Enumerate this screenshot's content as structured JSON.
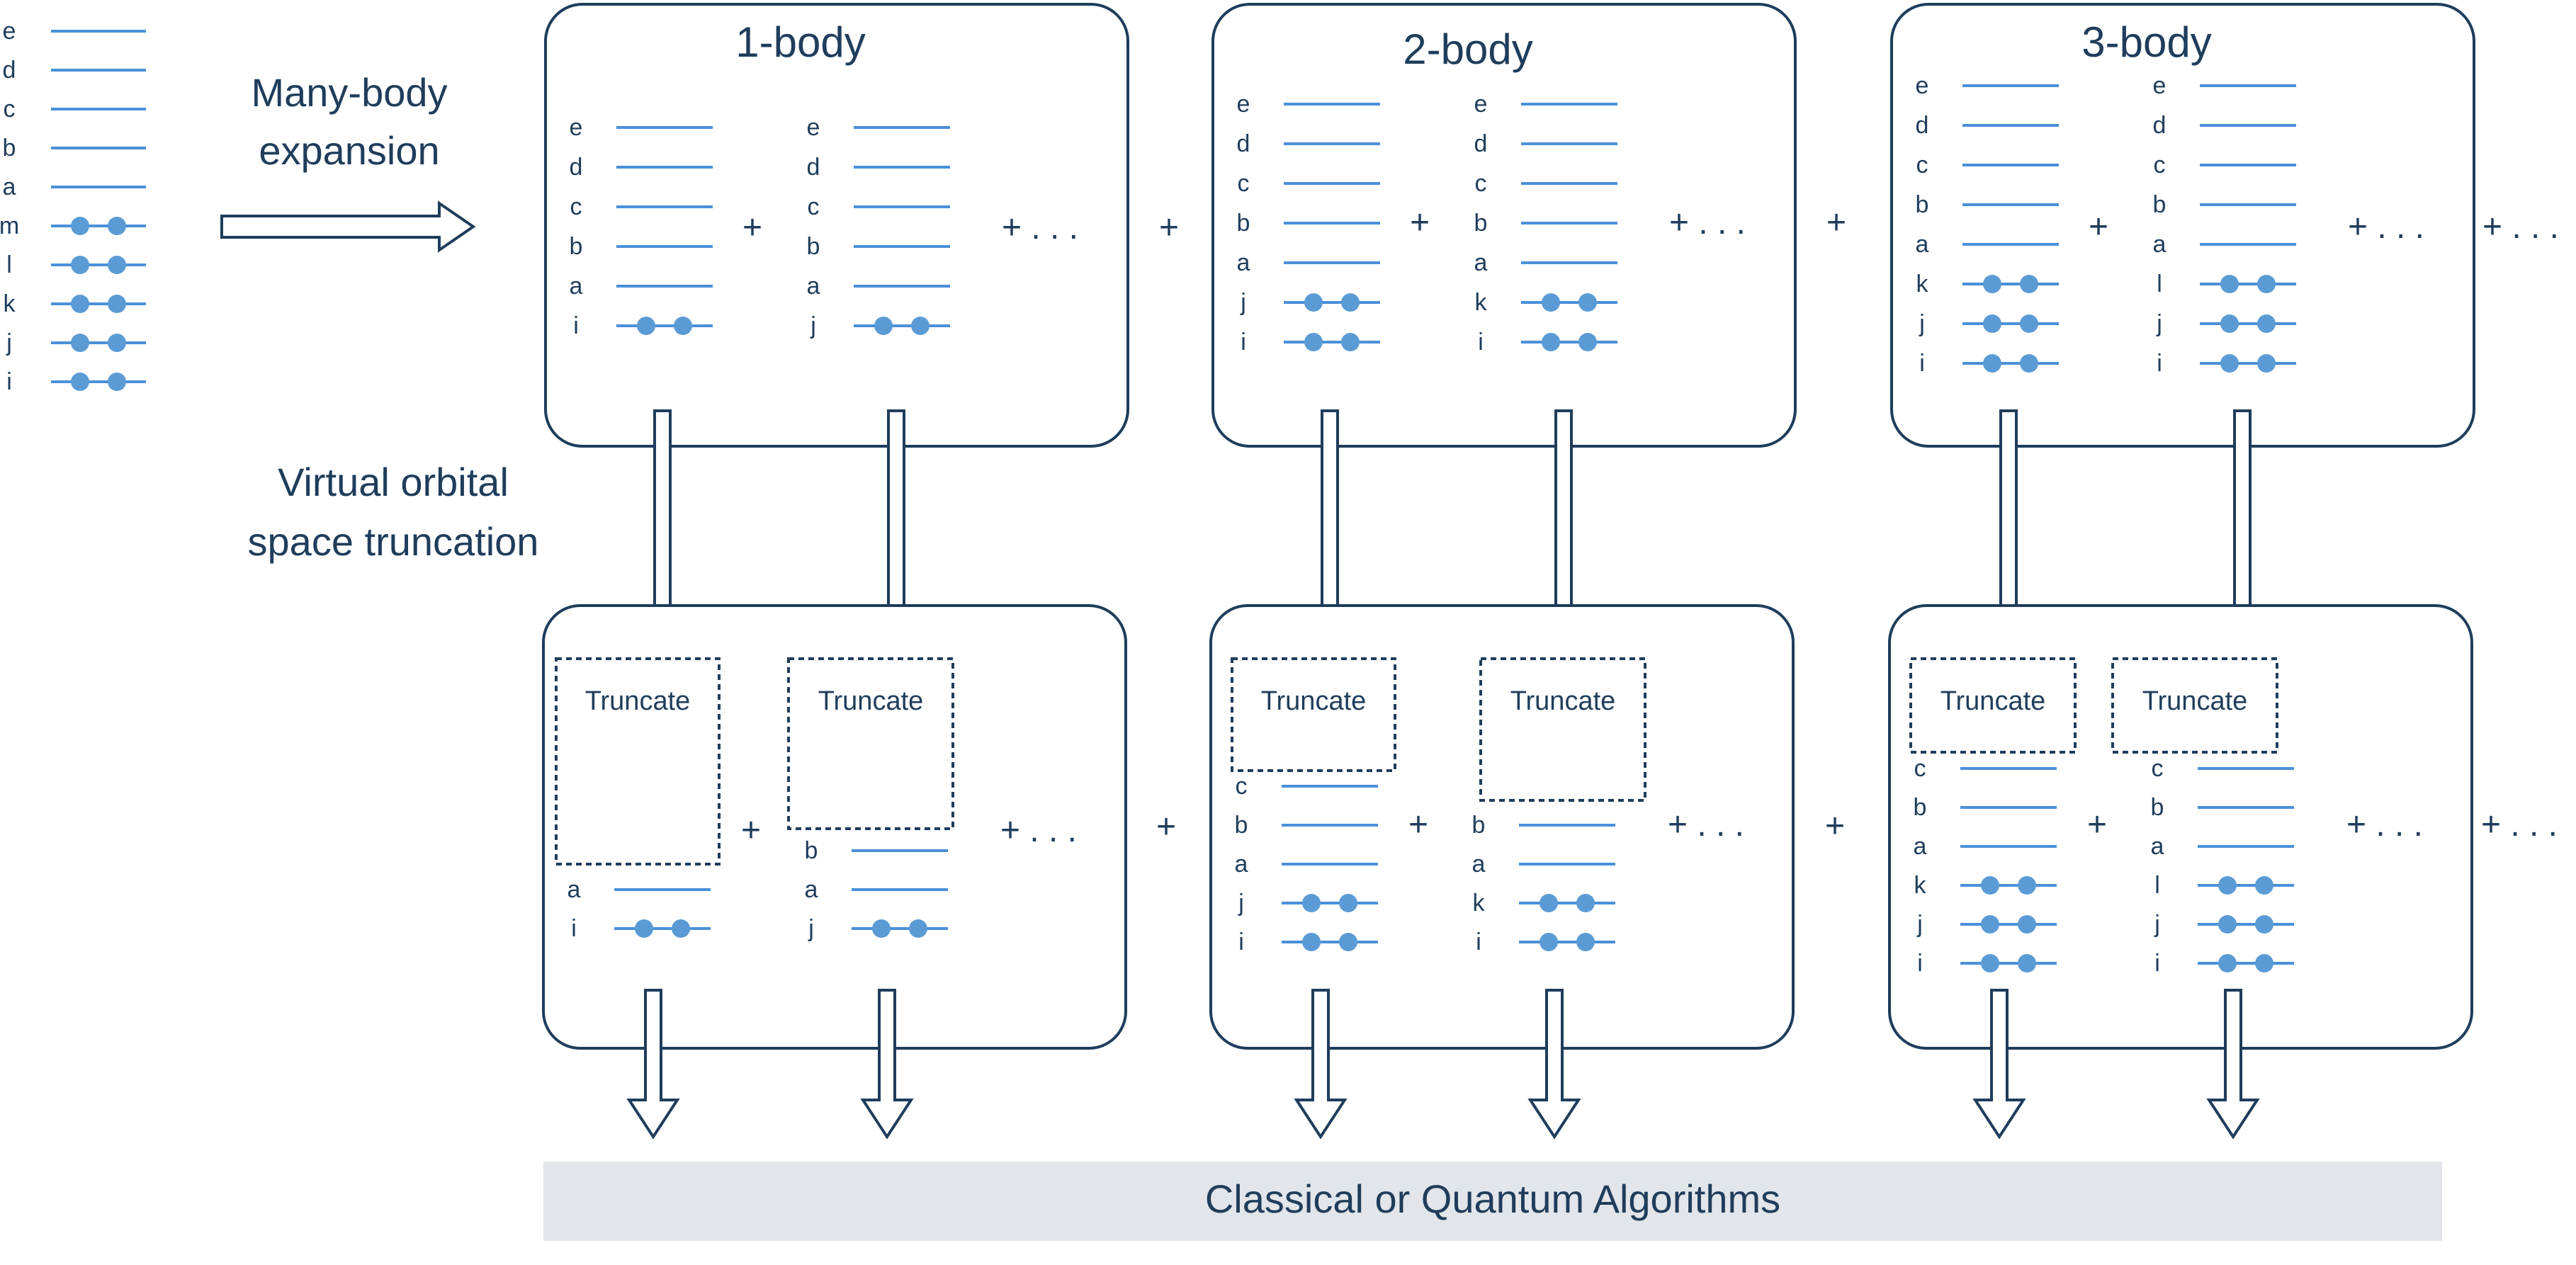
{
  "colors": {
    "line": "#1f3d5c",
    "orbital": "#4a90d9",
    "electron": "#5b9bd5",
    "bar_fill": "#e2e5e9"
  },
  "left_levels": [
    "e",
    "d",
    "c",
    "b",
    "a",
    "m",
    "l",
    "k",
    "j",
    "i"
  ],
  "labels": {
    "many_body": "Many-body",
    "expansion": "expansion",
    "virtual_orbital": "Virtual orbital",
    "space_truncation": "space truncation",
    "plus": "+",
    "ellipsis": "+ . . .",
    "truncate": "Truncate",
    "bottom_bar": "Classical or Quantum Algorithms"
  },
  "groups": [
    {
      "title": "1-body",
      "top": [
        {
          "levels": [
            "e",
            "d",
            "c",
            "b",
            "a",
            "i"
          ]
        },
        {
          "levels": [
            "e",
            "d",
            "c",
            "b",
            "a",
            "j"
          ]
        }
      ],
      "bottom": [
        {
          "levels": [
            "a",
            "i"
          ]
        },
        {
          "levels": [
            "b",
            "a",
            "j"
          ]
        }
      ]
    },
    {
      "title": "2-body",
      "top": [
        {
          "levels": [
            "e",
            "d",
            "c",
            "b",
            "a",
            "j",
            "i"
          ]
        },
        {
          "levels": [
            "e",
            "d",
            "c",
            "b",
            "a",
            "k",
            "i"
          ]
        }
      ],
      "bottom": [
        {
          "levels": [
            "c",
            "b",
            "a",
            "j",
            "i"
          ]
        },
        {
          "levels": [
            "b",
            "a",
            "k",
            "i"
          ]
        }
      ]
    },
    {
      "title": "3-body",
      "top": [
        {
          "levels": [
            "e",
            "d",
            "c",
            "b",
            "a",
            "k",
            "j",
            "i"
          ]
        },
        {
          "levels": [
            "e",
            "d",
            "c",
            "b",
            "a",
            "l",
            "j",
            "i"
          ]
        }
      ],
      "bottom": [
        {
          "levels": [
            "c",
            "b",
            "a",
            "k",
            "j",
            "i"
          ]
        },
        {
          "levels": [
            "c",
            "b",
            "a",
            "l",
            "j",
            "i"
          ]
        }
      ]
    }
  ]
}
